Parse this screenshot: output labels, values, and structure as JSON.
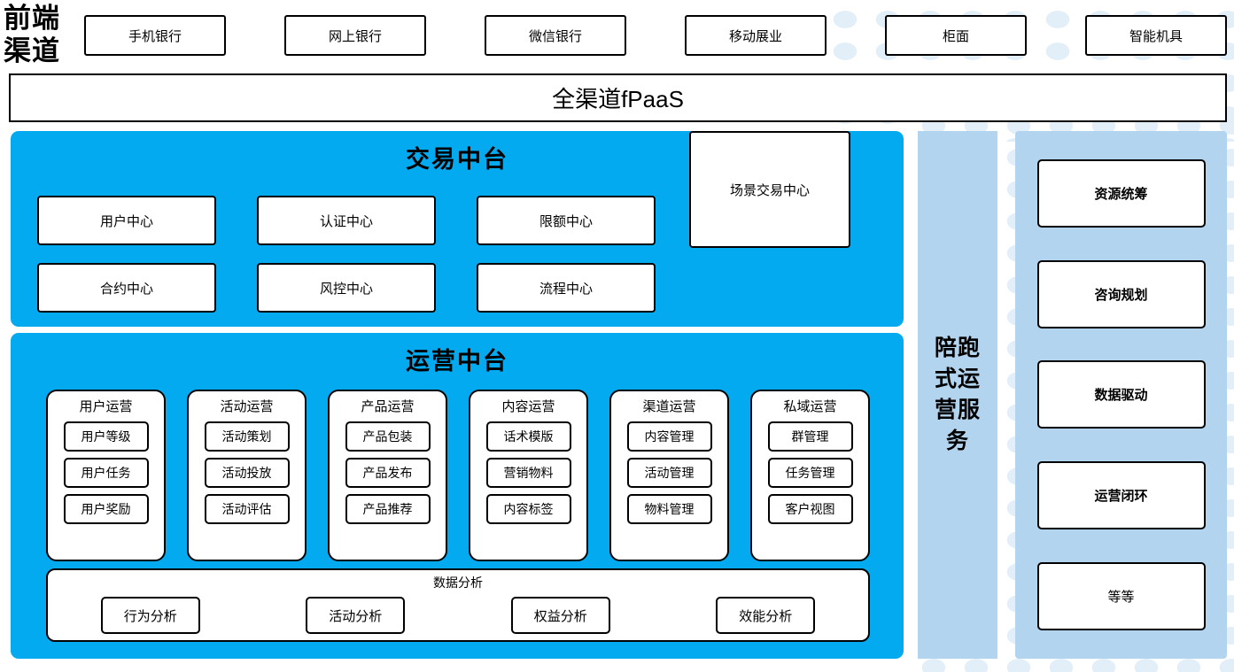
{
  "colors": {
    "primary_blue": "#03AAF0",
    "light_blue": "#b3d4ef",
    "dot_blue": "#e2eff9",
    "border": "#000000",
    "box_fill": "#ffffff"
  },
  "channel": {
    "label": "前端\n渠道",
    "label_line1": "前端",
    "label_line2": "渠道",
    "items": [
      {
        "label": "手机银行"
      },
      {
        "label": "网上银行"
      },
      {
        "label": "微信银行"
      },
      {
        "label": "移动展业"
      },
      {
        "label": "柜面"
      },
      {
        "label": "智能机具"
      }
    ]
  },
  "fpaas": {
    "label": "全渠道fPaaS"
  },
  "trade_center": {
    "title": "交易中台",
    "boxes": [
      {
        "label": "用户中心"
      },
      {
        "label": "认证中心"
      },
      {
        "label": "限额中心"
      },
      {
        "label": "合约中心"
      },
      {
        "label": "风控中心"
      },
      {
        "label": "流程中心"
      }
    ],
    "scene_box": {
      "label": "场景交易中心"
    }
  },
  "ops_center": {
    "title": "运营中台",
    "groups": [
      {
        "title": "用户运营",
        "items": [
          "用户等级",
          "用户任务",
          "用户奖励"
        ]
      },
      {
        "title": "活动运营",
        "items": [
          "活动策划",
          "活动投放",
          "活动评估"
        ]
      },
      {
        "title": "产品运营",
        "items": [
          "产品包装",
          "产品发布",
          "产品推荐"
        ]
      },
      {
        "title": "内容运营",
        "items": [
          "话术模版",
          "营销物料",
          "内容标签"
        ]
      },
      {
        "title": "渠道运营",
        "items": [
          "内容管理",
          "活动管理",
          "物料管理"
        ]
      },
      {
        "title": "私域运营",
        "items": [
          "群管理",
          "任务管理",
          "客户视图"
        ]
      }
    ],
    "data_analysis": {
      "title": "数据分析",
      "items": [
        "行为分析",
        "活动分析",
        "权益分析",
        "效能分析"
      ]
    }
  },
  "service_column": {
    "label": "陪跑式运营服务"
  },
  "right_panel": {
    "items": [
      {
        "label": "资源统筹",
        "bold": true
      },
      {
        "label": "咨询规划",
        "bold": true
      },
      {
        "label": "数据驱动",
        "bold": true
      },
      {
        "label": "运营闭环",
        "bold": true
      },
      {
        "label": "等等",
        "bold": false
      }
    ]
  }
}
